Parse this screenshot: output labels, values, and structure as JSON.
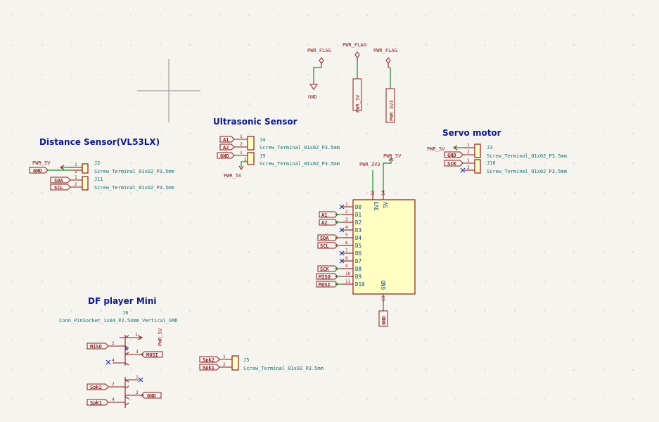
{
  "titles": {
    "distance": "Distance Sensor(VL53LX)",
    "ultrasonic": "Ultrasonic Sensor",
    "servo": "Servo motor",
    "dfplayer": "DF player Mini"
  },
  "flags": {
    "pwr_flag": "PWR_FLAG",
    "gnd": "GND",
    "pwr_5v": "PWR_5V",
    "pwr_3v3": "PWR_3V3"
  },
  "distance": {
    "pwr": "PWR_5V",
    "gnd": "GND",
    "sda": "SDA",
    "scl": "SCL",
    "j2": "J2",
    "j2_val": "Screw_Terminal_01x02_P3.5mm",
    "j11": "J11",
    "j11_val": "Screw_Terminal_01x02_P3.5mm",
    "pin1": "1",
    "pin2": "2"
  },
  "ultrasonic": {
    "a1": "A1",
    "a2": "A2",
    "gnd": "GND",
    "pwr": "PWR_5V",
    "j4": "J4",
    "j4_val": "Screw_Terminal_01x02_P3.5mm",
    "j9": "J9",
    "j9_val": "Screw_Terminal_01x02_P3.5mm",
    "pin1": "1",
    "pin2": "2"
  },
  "servo": {
    "pwr": "PWR_5V",
    "gnd": "GND",
    "sck": "SCK",
    "j3": "J3",
    "j3_val": "Screw_Terminal_01x02_P3.5mm",
    "j10": "J10",
    "j10_val": "Screw_Terminal_01x02_P3.5mm",
    "pin1": "1",
    "pin2": "2"
  },
  "mcu": {
    "pwr5": "PWR_5V",
    "pwr3": "PWR_3V3",
    "top_pins": [
      "12",
      "14"
    ],
    "top_names": [
      "3V3",
      "5V"
    ],
    "gnd_pin": "13",
    "gnd_name": "GND",
    "gnd_label": "GND",
    "pins": [
      {
        "num": "1",
        "name": "D0",
        "label": ""
      },
      {
        "num": "2",
        "name": "D1",
        "label": "A1"
      },
      {
        "num": "3",
        "name": "D2",
        "label": "A2"
      },
      {
        "num": "4",
        "name": "D3",
        "label": ""
      },
      {
        "num": "5",
        "name": "D4",
        "label": "SDA"
      },
      {
        "num": "6",
        "name": "D5",
        "label": "SCL"
      },
      {
        "num": "7",
        "name": "D6",
        "label": ""
      },
      {
        "num": "8",
        "name": "D7",
        "label": ""
      },
      {
        "num": "9",
        "name": "D8",
        "label": "SCK"
      },
      {
        "num": "10",
        "name": "D9",
        "label": "MISO"
      },
      {
        "num": "11",
        "name": "D10",
        "label": "MOSI"
      }
    ]
  },
  "dfplayer": {
    "ref": "J6",
    "value": "Conn_PinSocket_1x04_P2.54mm_Vertical_SMD",
    "pwr": "PWR_5V",
    "miso": "MISO",
    "mosi": "MOSI",
    "gnd": "GND",
    "spk2": "Spk2",
    "spk1": "Spk1",
    "pins": [
      "1",
      "2",
      "3",
      "4"
    ]
  },
  "speaker": {
    "spk2": "Spk2",
    "spk1": "Spk1",
    "ref": "J5",
    "value": "Screw_Terminal_01x02_P3.5mm",
    "pin1": "1",
    "pin2": "2"
  }
}
